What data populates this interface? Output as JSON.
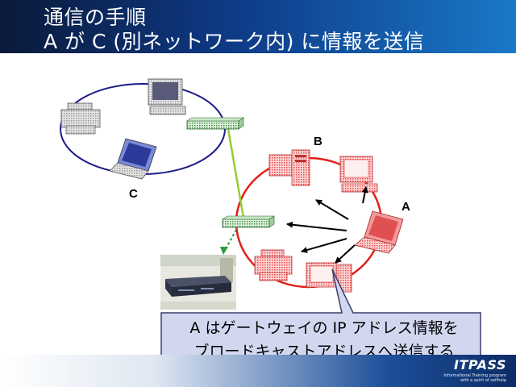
{
  "title": {
    "line1": "通信の手順",
    "line2": "A が C (別ネットワーク内) に情報を送信"
  },
  "labels": {
    "b": "B",
    "a": "A",
    "c": "C"
  },
  "callout": {
    "line1": "A はゲートウェイの IP アドレス情報を",
    "line2": "ブロードキャストアドレスへ送信する"
  },
  "logo": {
    "name": "ITPASS",
    "sub1": "Informational Training program",
    "sub2": "with a spirit of selfhelp"
  },
  "colors": {
    "network_ring": "#1a1a8c",
    "lan_ring": "#e0201a",
    "uplink": "#99cc33",
    "dashed_link": "#2a9a3a",
    "callout_fill": "#d2d7f0"
  },
  "icons": [
    "printer-icon",
    "desktop-pc-icon",
    "laptop-icon",
    "switch-hub-icon",
    "server-tower-icon",
    "router-device-icon"
  ]
}
